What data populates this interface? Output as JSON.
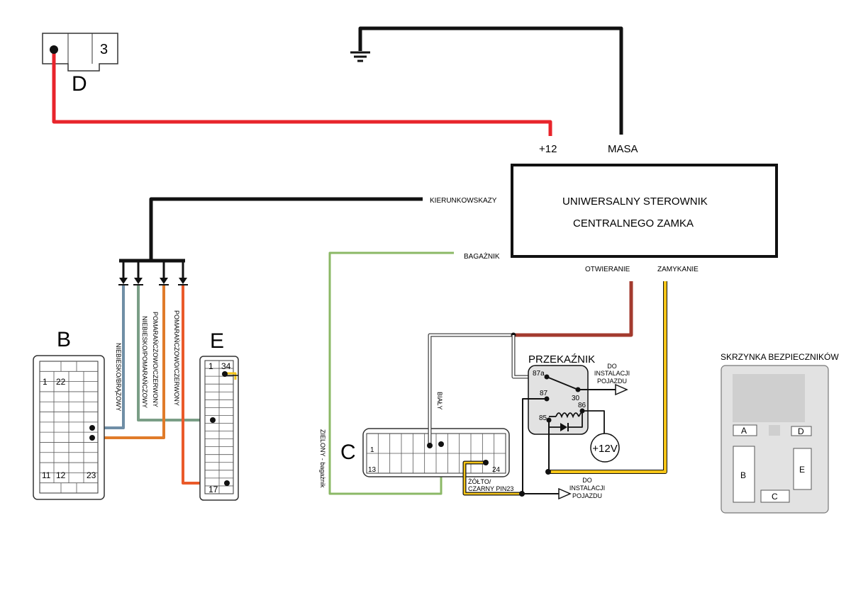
{
  "connector_d": {
    "label": "D",
    "pin": "3"
  },
  "power": {
    "plus12": "+12",
    "masa": "MASA"
  },
  "controller": {
    "title_line1": "UNIWERSALNY STEROWNIK",
    "title_line2": "CENTRALNEGO ZAMKA",
    "out_kierunkowskazy": "KIERUNKOWSKAZY",
    "out_bagaznik": "BAGAŻNIK",
    "out_otwieranie": "OTWIERANIE",
    "out_zamykanie": "ZAMYKANIE"
  },
  "connector_b": {
    "label": "B",
    "pin1": "1",
    "pin22": "22",
    "pin11": "11",
    "pin12": "12",
    "pin23": "23"
  },
  "connector_e": {
    "label": "E",
    "pin1": "1",
    "pin34": "34",
    "pin17": "17"
  },
  "connector_c": {
    "label": "C",
    "pin1": "1",
    "pin13": "13",
    "pin24": "24"
  },
  "wire_labels": {
    "niebiesko_brazowy": "NIEBIESKO/BRĄZOWY",
    "niebiesko_pomaranczowy": "NIEBIESKO/POMARAŃCZOWY",
    "pomaranczowo_czerwony": "POMARAŃCZOWO/CZERWONY",
    "pomaranczowo_czerwony_2": "POMARAŃCZOWO/CZERWONY",
    "bialy": "BIAŁY",
    "zielony": "ZIELONY - bagażnik",
    "zolto_line1": "ŻÓŁTO/",
    "zolto_line2": "CZARNY PIN23"
  },
  "relay": {
    "title": "PRZEKAŹNIK",
    "pin87a": "87a",
    "pin87": "87",
    "pin30": "30",
    "pin86": "86",
    "pin85": "85",
    "supply": "+12V",
    "do_line1": "DO",
    "do_line2": "INSTALACJI",
    "do_line3": "POJAZDU"
  },
  "bottom_out": {
    "line1": "DO",
    "line2": "INSTALACJI",
    "line3": "POJAZDU"
  },
  "fuse_box": {
    "title": "SKRZYNKA BEZPIECZNIKÓW",
    "a": "A",
    "b": "B",
    "c": "C",
    "d": "D",
    "e": "E"
  },
  "colors": {
    "red": "#e8242b",
    "black": "#111111",
    "blue_grey": "#6f8ea6",
    "green_grey": "#7a9e86",
    "orange": "#e07b2a",
    "orange_red": "#ea5a2a",
    "green": "#8bb866",
    "dark_red": "#a33a2e",
    "yellow": "#f5c518",
    "grey_fill": "#e2e2e2"
  }
}
